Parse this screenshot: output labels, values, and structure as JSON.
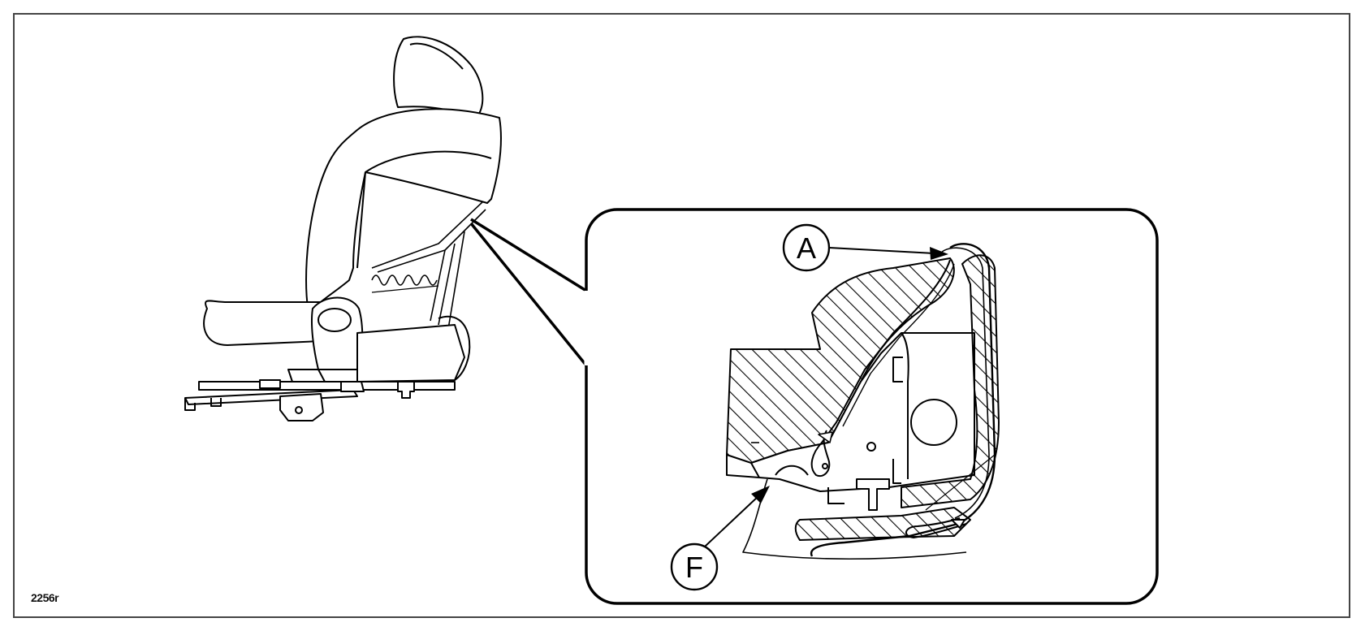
{
  "figure": {
    "reference_code": "2256r",
    "callouts": [
      {
        "label": "A"
      },
      {
        "label": "F"
      }
    ],
    "colors": {
      "line": "#000000",
      "hatch": "#000000",
      "background": "#ffffff",
      "frame": "#444444"
    }
  }
}
